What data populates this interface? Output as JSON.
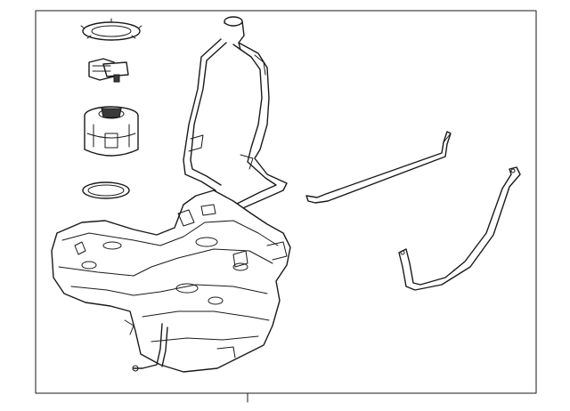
{
  "diagram": {
    "frame_color": "#1a1a1a",
    "background": "#ffffff",
    "parts": [
      "lock-ring",
      "pressure-sensor",
      "fuel-pump-module",
      "pump-seal",
      "filler-pipe",
      "strap-upper",
      "strap-lower",
      "fuel-tank"
    ]
  }
}
